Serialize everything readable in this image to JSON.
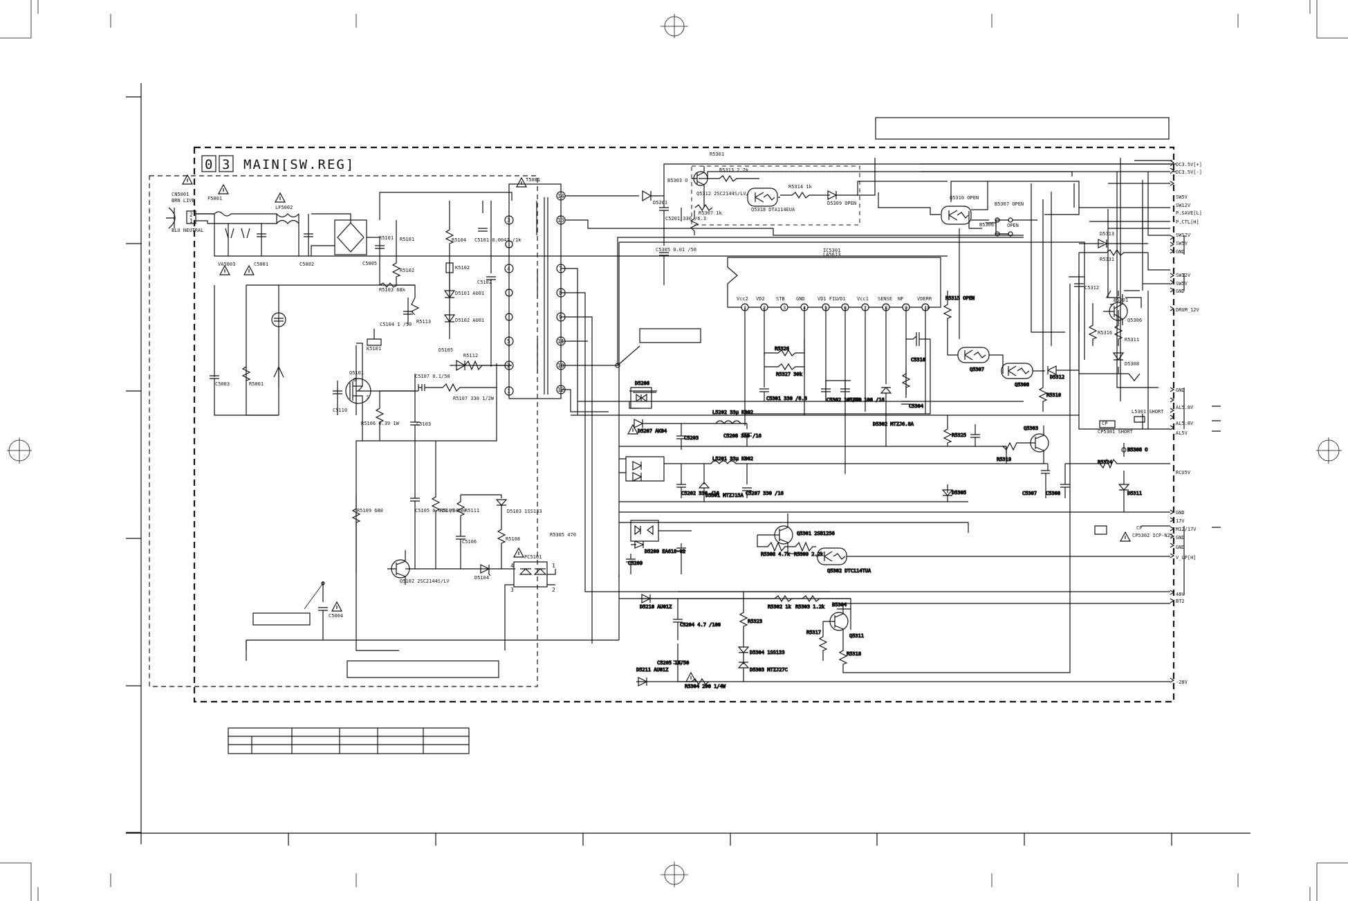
{
  "title": {
    "number_a": "0",
    "number_b": "3",
    "name": "MAIN[SW.REG]"
  },
  "power": {
    "connector": "CN5001",
    "pin2": "BRN LIVE",
    "pin1": "BLU NEUTRAL",
    "fuse": "F5001",
    "filter": "LF5002",
    "varistor": "VA5003"
  },
  "primary": {
    "caps": [
      "C5001",
      "C5002",
      "C5003",
      "C5004",
      "C5005",
      "C5110",
      "C5103",
      "C5106"
    ],
    "resistors": [
      "R5001",
      "R5101",
      "R5102",
      "R5103 68k",
      "R5113",
      "R5110 220k",
      "R5106 0.39 1W",
      "R5109 680",
      "R5111",
      "R5108",
      "R5104",
      "R5112",
      "R5107 330 1/2W",
      "R5305 470"
    ],
    "c5104": "C5104 1 /50",
    "c5101": "C5101 0.0047 /1k",
    "c5102": "C5102",
    "c5107": "C5107 0.1/50",
    "c5105": "C5105 0.018 /50",
    "k5101": "K5101",
    "k5102": "K5102",
    "d5101": "D5101 AU01",
    "d5102": "D5102 AU01",
    "d5105": "D5105",
    "d5103": "D5103 1SS133",
    "d5104": "D5104",
    "q5101": "Q5101",
    "q5102": "Q5102 2SC2144S/LV",
    "pc5101": "PC5101",
    "transformer": "T5001"
  },
  "ic": {
    "ref": "IC5301",
    "part": "LA5613",
    "pins": [
      "Vcc2",
      "VD2",
      "STB",
      "GND",
      "VD1 FIL",
      "VD1",
      "Vcc1",
      "SENSE",
      "NF",
      "VDERR"
    ],
    "numbers": [
      "1",
      "2",
      "3",
      "4",
      "5",
      "6",
      "7",
      "8",
      "9",
      "10"
    ]
  },
  "secondary": {
    "d5201": "D5201",
    "c5201": "C5201 330 /6.3",
    "c5305": "C5305 0.01 /50",
    "b5303": "B5303 O",
    "q5312": "Q5312 2SC2144S/LV/",
    "r5313": "R5313 2.2k",
    "r5307": "R5307 1k",
    "q5318": "Q5318 DTA114EUA",
    "r5314": "R5314 1k",
    "d5309": "D5309 OPEN",
    "q5310": "Q5310 OPEN",
    "b5307": "B5307 OPEN",
    "b5306": "B5306",
    "open": "OPEN",
    "r5301": "R5301",
    "r5326": "R5326",
    "r5327": "R5327 30k",
    "c5301": "C5301 330 /6.3",
    "c5302": "C5302 10 /50",
    "c5303": "C5303 100 /16",
    "d5302": "D5302 MTZJ6.8A",
    "c5310": "C5310",
    "c5304": "C5304",
    "r5315": "R5315 OPEN",
    "q5307": "Q5307",
    "q5308": "Q5308",
    "d5312": "D5312",
    "r5310": "R5310",
    "d5206": "D5206",
    "d5207": "D5207 AK04",
    "c5203": "C5203",
    "l5202": "L5202 33µ K002",
    "c5208": "C5208 330 /16",
    "r5325": "R5325",
    "q5303": "Q5303",
    "r5319": "R5319",
    "l5201": "L5201 33µ K002",
    "c5202": "C5202 330 /16",
    "d5301": "D5301 MTZJ15A",
    "c5207": "C5207 330 /16",
    "d5305": "D5305",
    "c5307": "C5307",
    "c5308": "C5308",
    "r5324": "R5324",
    "b5308": "B5308 O",
    "d5311": "D5311",
    "d5313": "D5313",
    "r5331": "R5331",
    "c5312": "C5312",
    "b5301": "B5301",
    "q5306": "Q5306",
    "r5316": "R5316",
    "r5311": "R5311",
    "d5308": "D5308",
    "l5301": "L5301 SHORT",
    "cp5301": "CP5301 SHORT",
    "q5301": "Q5301 2SB1256",
    "r5308": "R5308 4.7k",
    "r5309": "R5309 2.2k",
    "q5302": "Q5302 DTC114TUA",
    "d5209": "D5209 EA618-02",
    "c5209": "C5209",
    "cp5302": "CP5302 ICP-N25",
    "d5210": "D5210 AU01Z",
    "c5204": "C5204 4.7 /100",
    "r5302": "R5302 1k",
    "r5303": "R5303 1.2k",
    "b5304": "B5304",
    "r5317": "R5317",
    "q5311": "Q5311",
    "r5318": "R5318",
    "r5323": "R5323",
    "d5304": "D5304 1SS133",
    "d5303": "D5303 MTZJ27C",
    "c5205": "C5205 10/50",
    "d5211": "D5211 AU01Z",
    "r5304": "R5304 200 1/4W",
    "cp": "CP"
  },
  "outputs": [
    "DC3.5V[+]",
    "DC3.5V[-]",
    "SW5V",
    "SW12V",
    "P.SAVE[L]",
    "P.CTL[H]",
    "SW12V",
    "SW5V",
    "GND",
    "SW12V",
    "SW5V",
    "GND",
    "DRUM_12V",
    "GND",
    "AL5.8V",
    "AL5.8V",
    "AL5V",
    "RCU5V",
    "GND",
    "17V",
    "M12/17V",
    "GND",
    "GND",
    "V_UP[H]",
    "48V",
    "BT2",
    "-28V"
  ]
}
